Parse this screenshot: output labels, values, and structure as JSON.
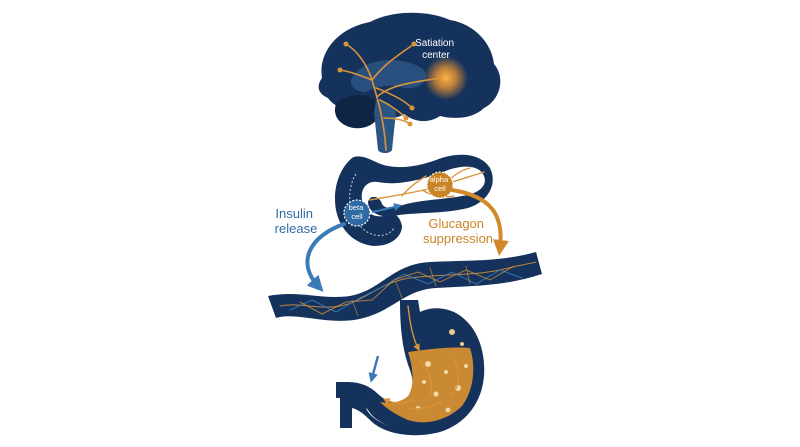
{
  "labels": {
    "satiation": [
      "Satiation",
      "center"
    ],
    "beta": [
      "beta",
      "cell"
    ],
    "alpha": [
      "alpha",
      "cell"
    ],
    "insulin": [
      "Insulin",
      "release"
    ],
    "glucagon": [
      "Glucagon",
      "suppression"
    ]
  },
  "colors": {
    "organ": "#15325c",
    "organ_dark": "#0e2545",
    "organ_mid": "#2d5584",
    "nerve": "#d99439",
    "insulin": "#3a7ab8",
    "glucagon": "#d08a2a",
    "insulin_text": "#2f6aa5",
    "glucagon_text": "#c98425",
    "stomach_fill": "#c98a33"
  }
}
